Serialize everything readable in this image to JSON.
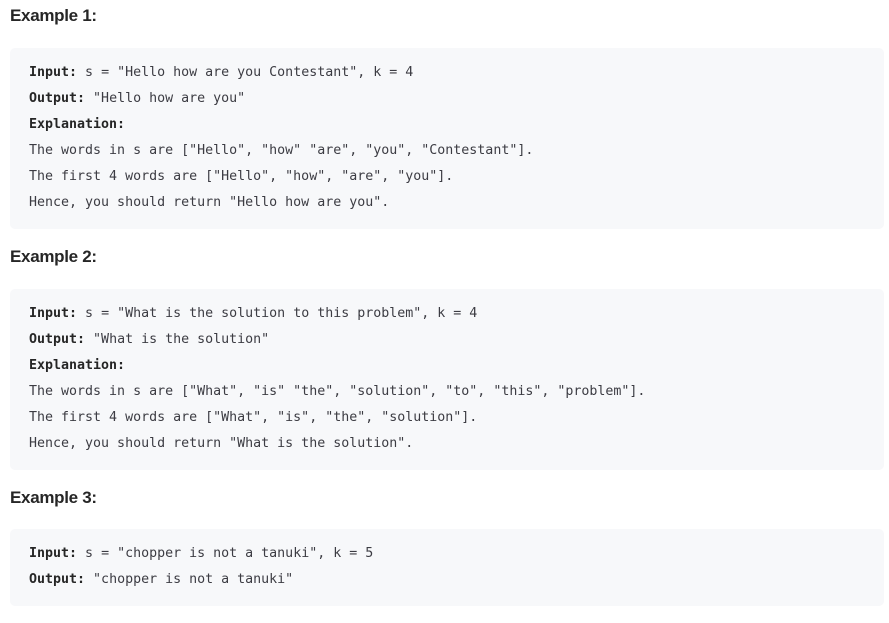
{
  "examples": [
    {
      "title": "Example 1:",
      "input_label": "Input:",
      "input": " s = \"Hello how are you Contestant\", k = 4",
      "output_label": "Output:",
      "output": " \"Hello how are you\"",
      "explanation_label": "Explanation:",
      "explanation": [
        "The words in s are [\"Hello\", \"how\" \"are\", \"you\", \"Contestant\"].",
        "The first 4 words are [\"Hello\", \"how\", \"are\", \"you\"].",
        "Hence, you should return \"Hello how are you\"."
      ]
    },
    {
      "title": "Example 2:",
      "input_label": "Input:",
      "input": " s = \"What is the solution to this problem\", k = 4",
      "output_label": "Output:",
      "output": " \"What is the solution\"",
      "explanation_label": "Explanation:",
      "explanation": [
        "The words in s are [\"What\", \"is\" \"the\", \"solution\", \"to\", \"this\", \"problem\"].",
        "The first 4 words are [\"What\", \"is\", \"the\", \"solution\"].",
        "Hence, you should return \"What is the solution\"."
      ]
    },
    {
      "title": "Example 3:",
      "input_label": "Input:",
      "input": " s = \"chopper is not a tanuki\", k = 5",
      "output_label": "Output:",
      "output": " \"chopper is not a tanuki\""
    }
  ]
}
